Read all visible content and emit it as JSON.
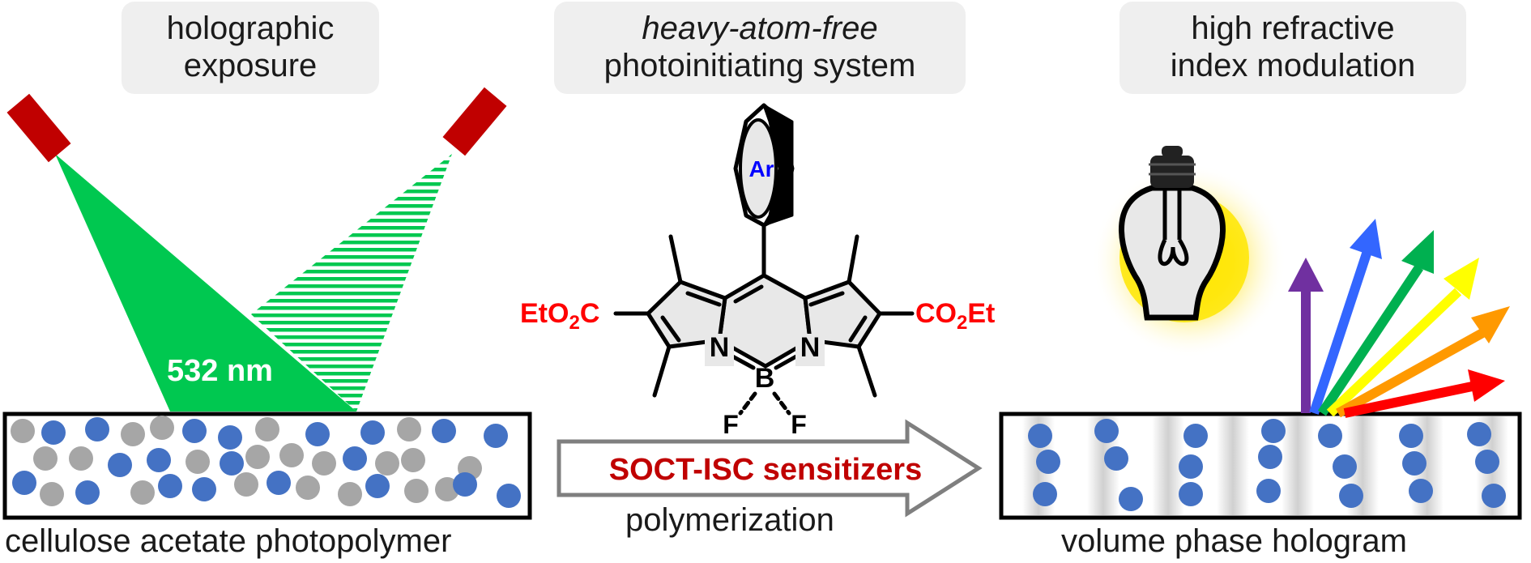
{
  "headers": {
    "left": {
      "line1": "holographic",
      "line2": "exposure"
    },
    "center": {
      "line1": "heavy-atom-free",
      "line2": "photoinitiating system"
    },
    "right": {
      "line1": "high refractive",
      "line2": "index modulation"
    }
  },
  "captions": {
    "left": "cellulose acetate photopolymer",
    "center": "polymerization",
    "right": "volume phase hologram"
  },
  "labels": {
    "wavelength": "532 nm",
    "sensitizers": "SOCT-ISC sensitizers"
  },
  "molecule": {
    "aryl": "Ar",
    "left_substituent": "EtO",
    "left_substituent_sub": "2",
    "left_substituent_tail": "C",
    "right_substituent": "CO",
    "right_substituent_sub": "2",
    "right_substituent_tail": "Et",
    "nitrogen": "N",
    "boron": "B",
    "fluorine": "F"
  },
  "colors": {
    "laser": "#c00000",
    "beam": "#00c850",
    "monomer_blue": "#4472c4",
    "monomer_gray": "#a6a6a6",
    "accent_red": "#c00000",
    "substituent_red": "#ff0000",
    "aryl_blue": "#0000ff"
  }
}
